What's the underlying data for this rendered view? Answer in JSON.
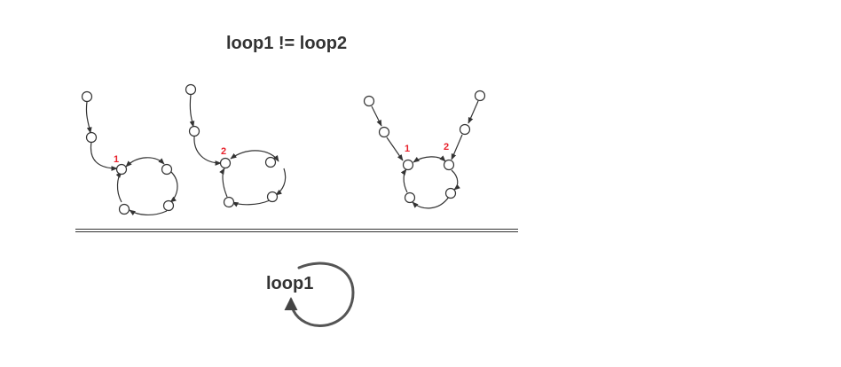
{
  "title": "loop1 != loop2",
  "diagram_labels": {
    "entry_one": "1",
    "entry_two": "2"
  },
  "bottom_label": "loop1",
  "colors": {
    "text": "#333333",
    "accent_number": "#e8212b",
    "stroke": "#333333"
  }
}
